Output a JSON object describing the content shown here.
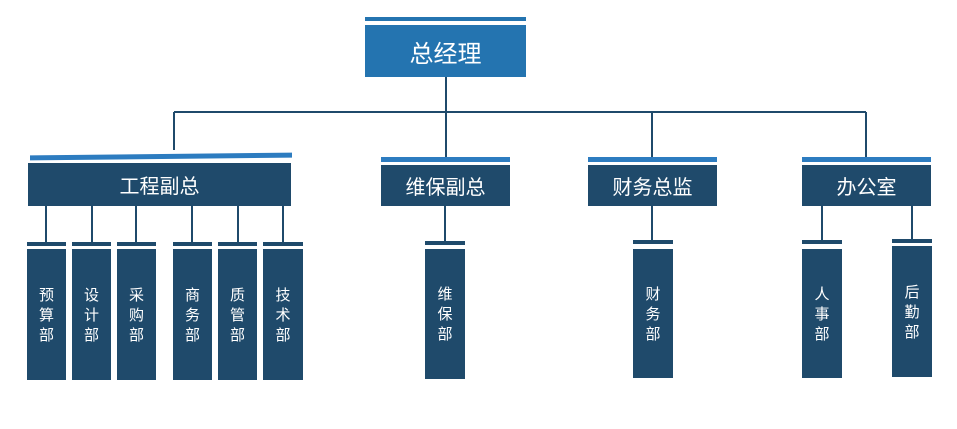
{
  "chart": {
    "root": "总经理",
    "level2": [
      "工程副总",
      "维保副总",
      "财务总监",
      "办公室"
    ],
    "departments": {
      "engineering": [
        "预算部",
        "设计部",
        "采购部",
        "商务部",
        "质管部",
        "技术部"
      ],
      "maintenance": [
        "维保部"
      ],
      "finance": [
        "财务部"
      ],
      "office": [
        "人事部",
        "后勤部"
      ]
    }
  },
  "colors": {
    "root_fill": "#2474b0",
    "node_fill": "#1f4a6b",
    "accent_bar": "#2d7cc0",
    "connector": "#1f4a6b"
  }
}
